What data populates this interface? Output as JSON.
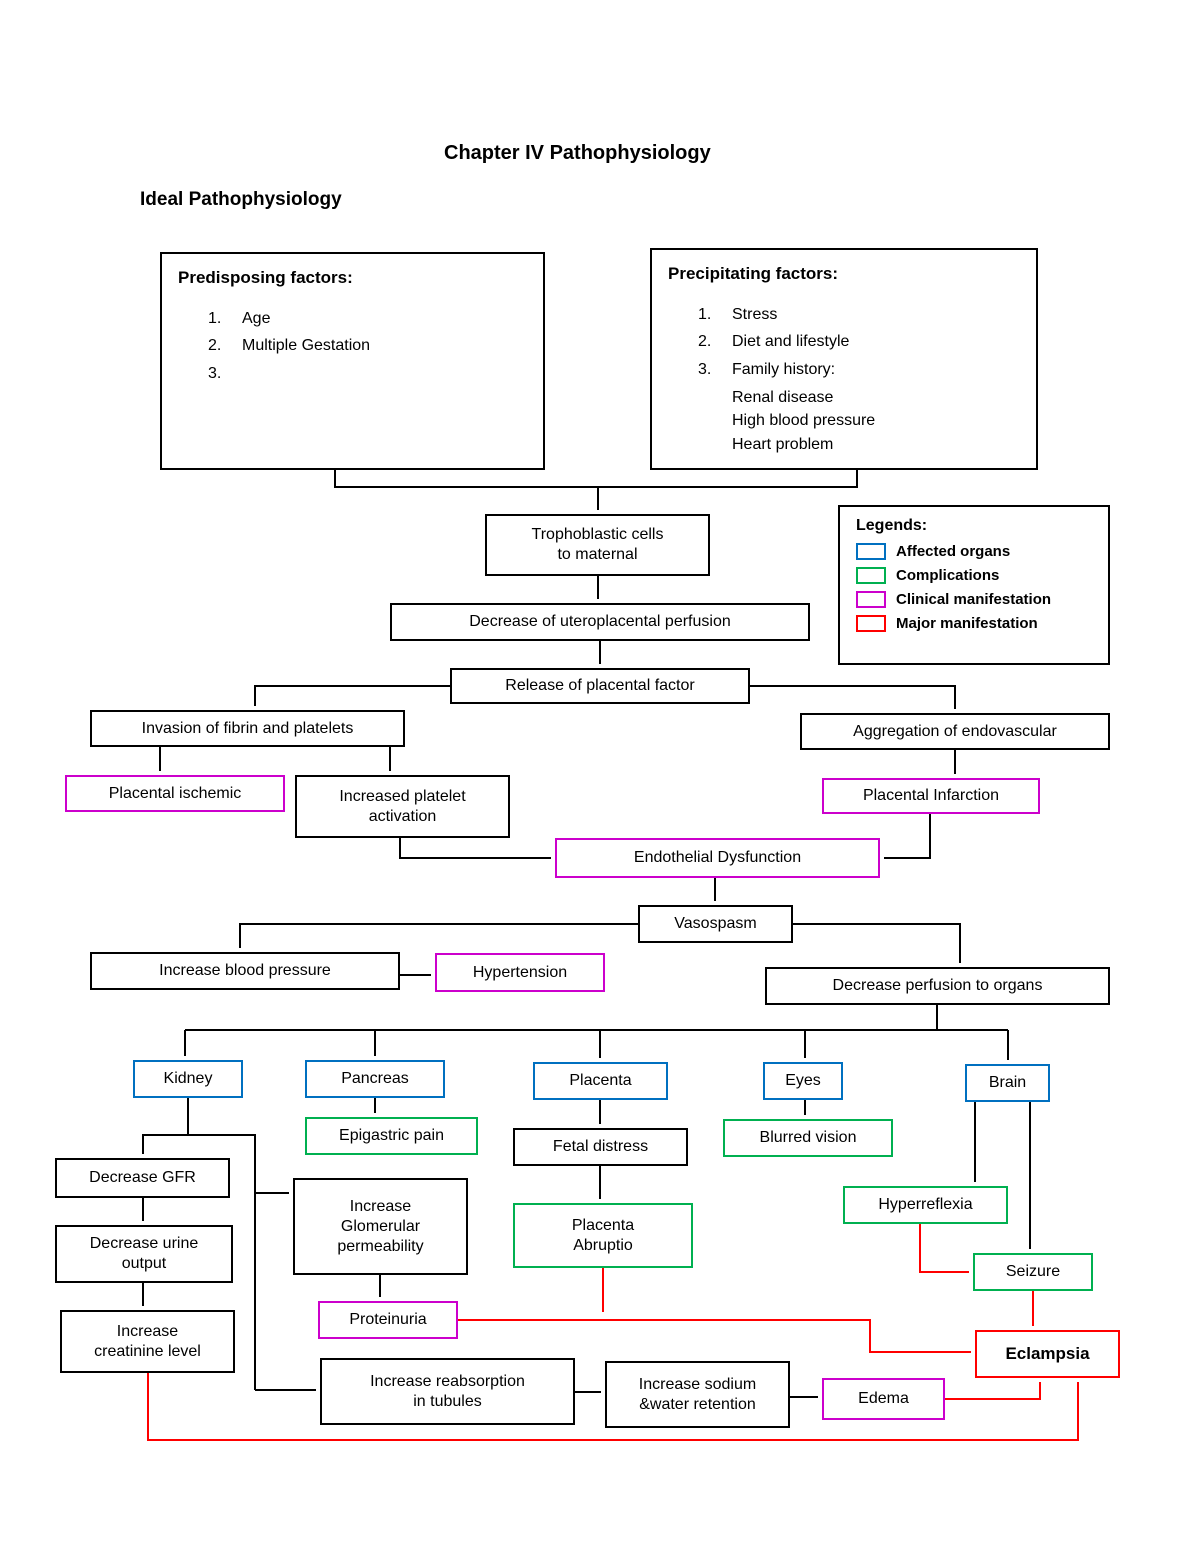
{
  "page": {
    "title": "Chapter IV Pathophysiology",
    "subtitle": "Ideal Pathophysiology"
  },
  "predisposing": {
    "heading": "Predisposing factors:",
    "items": [
      {
        "n": "1.",
        "t": "Age"
      },
      {
        "n": "2.",
        "t": "Multiple Gestation"
      },
      {
        "n": "3.",
        "t": ""
      }
    ]
  },
  "precipitating": {
    "heading": "Precipitating factors:",
    "items": [
      {
        "n": "1.",
        "t": "Stress"
      },
      {
        "n": "2.",
        "t": "Diet and lifestyle"
      },
      {
        "n": "3.",
        "t": "Family history:"
      }
    ],
    "subs": [
      "Renal disease",
      "High blood pressure",
      "Heart problem"
    ]
  },
  "legend": {
    "heading": "Legends:",
    "items": [
      {
        "label": "Affected organs",
        "color": "#0070C0"
      },
      {
        "label": "Complications",
        "color": "#00B050"
      },
      {
        "label": "Clinical manifestation",
        "color": "#CC00CC"
      },
      {
        "label": "Major manifestation",
        "color": "#FF0000"
      }
    ]
  },
  "nodes": {
    "trophoblastic": "Trophoblastic cells\nto maternal",
    "uteroplacental": "Decrease of uteroplacental perfusion",
    "release": "Release of placental factor",
    "invasion": "Invasion of fibrin and platelets",
    "aggregation": "Aggregation of endovascular",
    "placental_ischemic": "Placental ischemic",
    "platelet_activation": "Increased platelet\nactivation",
    "placental_infarction": "Placental Infarction",
    "endothelial": "Endothelial Dysfunction",
    "vasospasm": "Vasospasm",
    "increase_bp": "Increase blood pressure",
    "hypertension": "Hypertension",
    "perfusion_organs": "Decrease perfusion to organs",
    "kidney": "Kidney",
    "pancreas": "Pancreas",
    "placenta": "Placenta",
    "eyes": "Eyes",
    "brain": "Brain",
    "epigastric": "Epigastric pain",
    "fetal_distress": "Fetal distress",
    "blurred_vision": "Blurred vision",
    "decrease_gfr": "Decrease GFR",
    "glomerular": "Increase\nGlomerular\npermeability",
    "placenta_abruptio": "Placenta\nAbruptio",
    "hyperreflexia": "Hyperreflexia",
    "decrease_urine": "Decrease urine\noutput",
    "seizure": "Seizure",
    "proteinuria": "Proteinuria",
    "creatinine": "Increase\ncreatinine level",
    "eclampsia": "Eclampsia",
    "reabsorption": "Increase reabsorption\nin tubules",
    "sodium": "Increase sodium\n&water retention",
    "edema": "Edema"
  }
}
